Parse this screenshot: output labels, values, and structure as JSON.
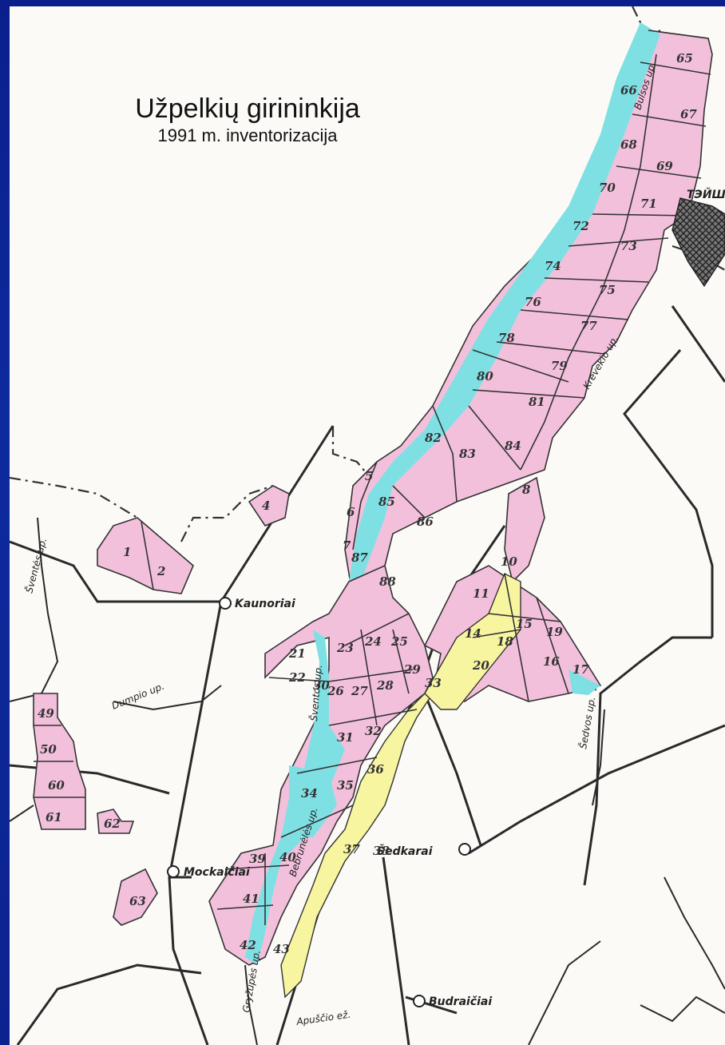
{
  "title": "Užpelkių girininkija",
  "subtitle": "1991 m. inventorizacija",
  "places": {
    "kaunoriai": "Kaunoriai",
    "mockaiciai": "Mockaičiai",
    "sedkarai": "Šedkarai",
    "budraiciai": "Budraičiai",
    "town_edge": "ТЭЙШ"
  },
  "rivers": {
    "dumpio": "Dumpio up.",
    "sventes": "Šventės up.",
    "sedvos": "Šedvos up.",
    "upes_left": "Šventos up.",
    "bulsos": "Bulsos up.",
    "krevekio": "Krevekio up.",
    "apuscio": "Apuščio ež.",
    "bebrunele": "Bebrunėlės up.",
    "gryzupes": "Gryžupės up."
  },
  "compartments": [
    "1",
    "2",
    "4",
    "5",
    "6",
    "7",
    "8",
    "10",
    "11",
    "14",
    "15",
    "16",
    "17",
    "18",
    "19",
    "20",
    "21",
    "22",
    "23",
    "24",
    "25",
    "26",
    "27",
    "28",
    "29",
    "30",
    "31",
    "32",
    "33",
    "34",
    "35",
    "36",
    "37",
    "38",
    "39",
    "40",
    "41",
    "42",
    "43",
    "49",
    "50",
    "60",
    "61",
    "62",
    "63",
    "65",
    "66",
    "67",
    "68",
    "69",
    "70",
    "71",
    "72",
    "73",
    "74",
    "75",
    "76",
    "77",
    "78",
    "79",
    "80",
    "81",
    "82",
    "83",
    "84",
    "85",
    "86",
    "87",
    "88"
  ],
  "colors": {
    "background": "#0d2a9e",
    "paper": "#fbfaf6",
    "pink": "#f3c0dc",
    "cyan": "#7fe0e4",
    "yellow": "#f7f5a0",
    "town": "#555555"
  }
}
